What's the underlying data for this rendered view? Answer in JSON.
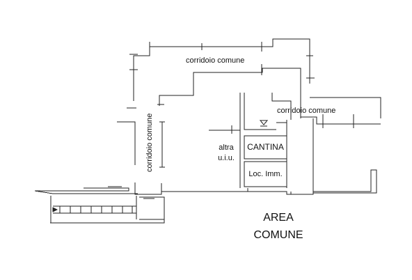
{
  "labels": {
    "corridor_top": "corridoio comune",
    "corridor_left": "corridoio comune",
    "corridor_right": "corridoio comune",
    "other_unit_line1": "altra",
    "other_unit_line2": "u.i.u.",
    "cellar": "CANTINA",
    "property_room": "Loc. Imm.",
    "common_area_line1": "AREA",
    "common_area_line2": "COMUNE"
  }
}
